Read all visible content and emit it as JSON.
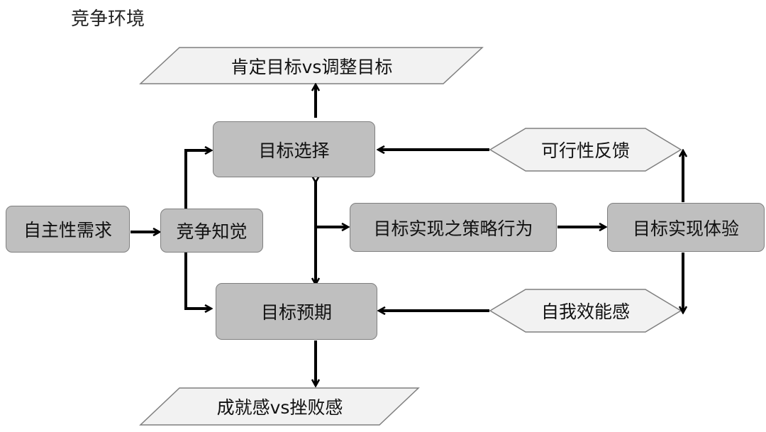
{
  "title": "竞争环境",
  "nodes": {
    "autonomy_need": "自主性需求",
    "competition_perception": "竞争知觉",
    "goal_selection": "目标选择",
    "goal_expectation": "目标预期",
    "strategy_behavior": "目标实现之策略行为",
    "goal_experience": "目标实现体验",
    "feasibility_feedback": "可行性反馈",
    "self_efficacy": "自我效能感",
    "confirm_vs_adjust": "肯定目标vs调整目标",
    "achievement_vs_frustration": "成就感vs挫败感"
  },
  "colors": {
    "process_fill": "#bfbfbf",
    "process_border": "#7f7f7f",
    "io_fill": "#f2f2f2",
    "arrow": "#000000"
  }
}
